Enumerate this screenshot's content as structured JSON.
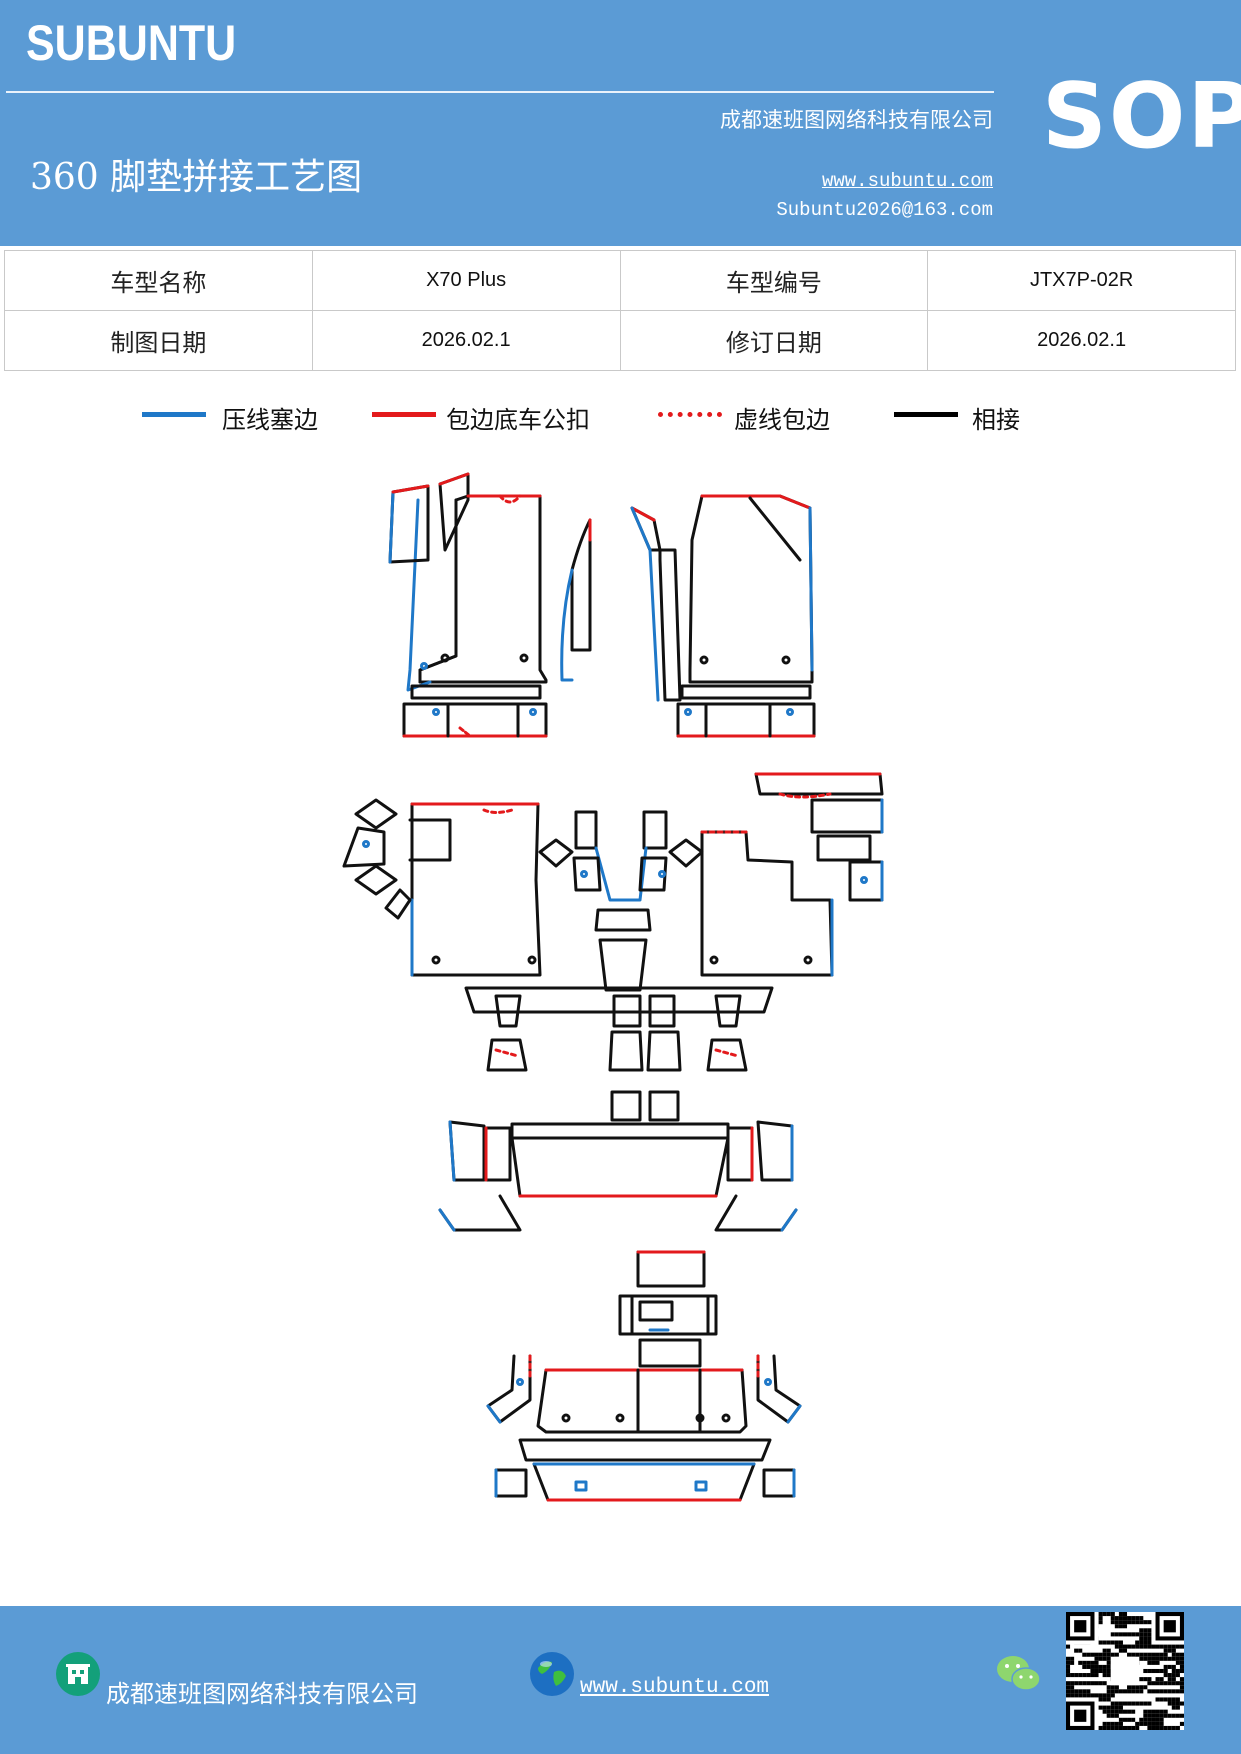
{
  "header": {
    "brand": "SUBUNTU",
    "company": "成都速班图网络科技有限公司",
    "title": "360 脚垫拼接工艺图",
    "website": "www.subuntu.com",
    "email": "Subuntu2026@163.com",
    "badge": "SOP",
    "background_color": "#5b9bd5"
  },
  "info_table": {
    "rows": [
      [
        "车型名称",
        "X70 Plus",
        "车型编号",
        "JTX7P-02R"
      ],
      [
        "制图日期",
        "2026.02.1",
        "修订日期",
        "2026.02.1"
      ]
    ]
  },
  "legend": [
    {
      "label": "压线塞边",
      "color": "#1f78c8",
      "style": "solid"
    },
    {
      "label": "包边底车公扣",
      "color": "#e31a1c",
      "style": "solid"
    },
    {
      "label": "虚线包边",
      "color": "#e31a1c",
      "style": "dotted"
    },
    {
      "label": "相接",
      "color": "#000000",
      "style": "solid"
    }
  ],
  "footer": {
    "company": "成都速班图网络科技有限公司",
    "website": "www.subuntu.com",
    "icons": [
      "building-icon",
      "globe-icon",
      "wechat-icon",
      "qr-code"
    ]
  }
}
